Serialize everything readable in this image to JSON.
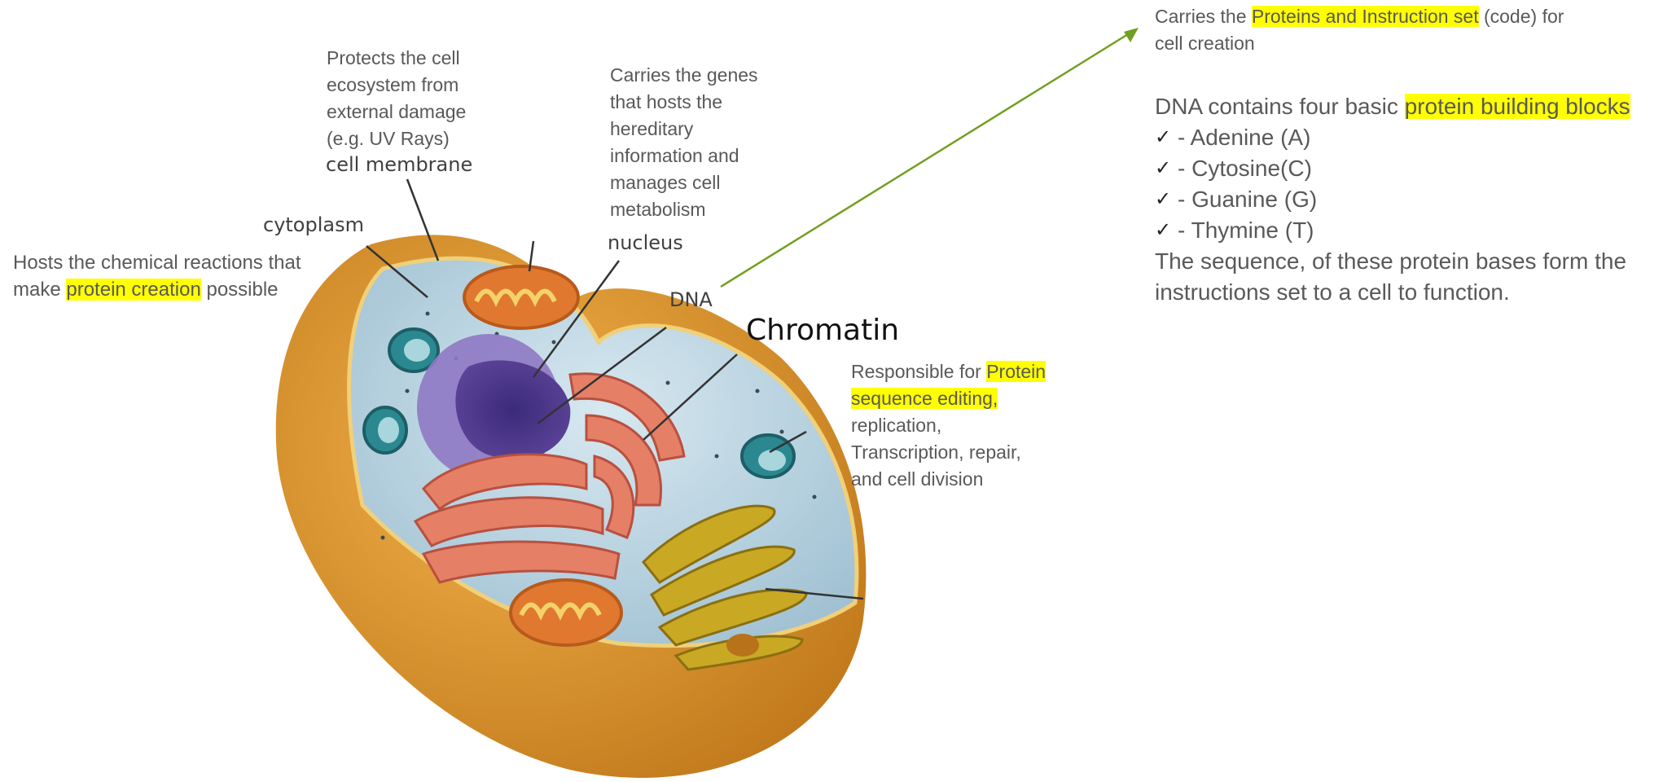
{
  "labels": {
    "cell_membrane": "cell membrane",
    "cytoplasm": "cytoplasm",
    "nucleus": "nucleus",
    "dna": "DNA",
    "chromatin": "Chromatin"
  },
  "notes": {
    "membrane": [
      "Protects the cell",
      "ecosystem from",
      "external damage",
      "(e.g. UV Rays)"
    ],
    "nucleus": [
      "Carries the genes",
      "that hosts the",
      "hereditary",
      "information and",
      "manages cell",
      "metabolism"
    ],
    "cytoplasm": {
      "line1": "Hosts the chemical reactions that",
      "line2_pre": "make ",
      "line2_highlight": "protein creation",
      "line2_post": " possible"
    },
    "chromatin": {
      "pre": "Responsible for ",
      "highlight_a": "Protein",
      "highlight_b": "sequence editing,",
      "rest": [
        "replication,",
        "Transcription, repair,",
        "and cell division"
      ]
    },
    "dna": {
      "pre": "Carries the ",
      "highlight": "Proteins and Instruction set",
      "post": " (code) for",
      "line2": "cell creation"
    }
  },
  "dna_panel": {
    "title_pre": "DNA contains four basic ",
    "title_highlight": "protein building blocks",
    "bases": [
      "- Adenine (A)",
      "- Cytosine(C)",
      "- Guanine (G)",
      "- Thymine (T)"
    ],
    "summary_line1": "The sequence, of these protein bases form the",
    "summary_line2": "instructions set to a cell to function."
  },
  "colors": {
    "highlight": "#ffff00",
    "arrow": "#70a020",
    "cell_outer": "#d9962e",
    "cytoplasm": "#b8d3e0",
    "nucleus": "#7d5ca8",
    "er": "#e07a62"
  }
}
